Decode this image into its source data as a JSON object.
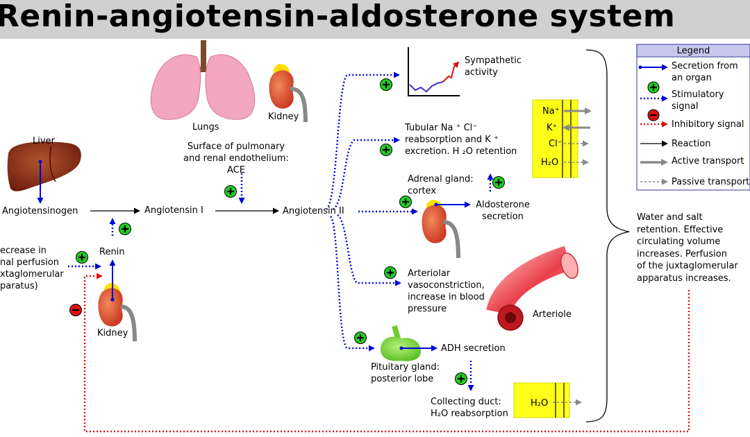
{
  "title": "Renin-angiotensin-aldosterone system",
  "labels": {
    "liver": "Liver",
    "lungs": "Lungs",
    "kidney_top": "Kidney",
    "kidney_bottom": "Kidney",
    "angiotensinogen": "Angiotensinogen",
    "angiotensin1": "Angiotensin I",
    "angiotensin2": "Angiotensin II",
    "renin": "Renin",
    "surface_line1": "Surface of pulmonary",
    "surface_line2": "and renal endothelium:",
    "ace": "ACE",
    "decrease_line1": "ecrease in",
    "decrease_line2": "nal perfusion",
    "decrease_line3": "xtaglomerular",
    "decrease_line4": "paratus)",
    "sympathetic_line1": "Sympathetic",
    "sympathetic_line2": "activity",
    "tubular_line1": "Tubular Na ⁺ Cl⁻",
    "tubular_line2": "reabsorption and K ⁺",
    "tubular_line3": "excretion. H ₂O retention",
    "adrenal_line1": "Adrenal gland:",
    "adrenal_line2": "cortex",
    "aldosterone_line1": "Aldosterone",
    "aldosterone_line2": "secretion",
    "arteriolar_line1": "Arteriolar",
    "arteriolar_line2": "vasoconstriction,",
    "arteriolar_line3": "increase in blood",
    "arteriolar_line4": "pressure",
    "arteriole": "Arteriole",
    "adh": "ADH secretion",
    "pituitary_line1": "Pituitary gland:",
    "pituitary_line2": "posterior lobe",
    "collecting_line1": "Collecting duct:",
    "collecting_line2": "H₂O reabsorption",
    "water_line1": "Water and salt",
    "water_line2": "retention. Effective",
    "water_line3": "circulating volume",
    "water_line4": "increases. Perfusion",
    "water_line5": "of the juxtaglomerular",
    "water_line6": "apparatus increases."
  },
  "ion_box_top": {
    "na": "Na⁺",
    "k": "K⁺",
    "cl": "Cl⁻",
    "h2o": "H₂O"
  },
  "ion_box_bottom": {
    "h2o": "H₂O"
  },
  "legend": {
    "title": "Legend",
    "secretion_line1": "Secretion from",
    "secretion_line2": "an organ",
    "stimulatory_line1": "Stimulatory",
    "stimulatory_line2": "signal",
    "inhibitory": "Inhibitory signal",
    "reaction": "Reaction",
    "active": "Active transport",
    "passive": "Passive transport"
  },
  "colors": {
    "secretion_blue": "#0000dd",
    "stimulatory_green": "#22cc22",
    "inhibitory_red": "#dd1111",
    "ion_box_yellow": "#ffff1a",
    "legend_header": "#c8c8ee"
  },
  "icons": [
    "plus-circle-icon",
    "minus-circle-icon",
    "liver-icon",
    "lungs-icon",
    "kidney-icon",
    "arteriole-icon",
    "pituitary-icon",
    "graph-icon"
  ]
}
